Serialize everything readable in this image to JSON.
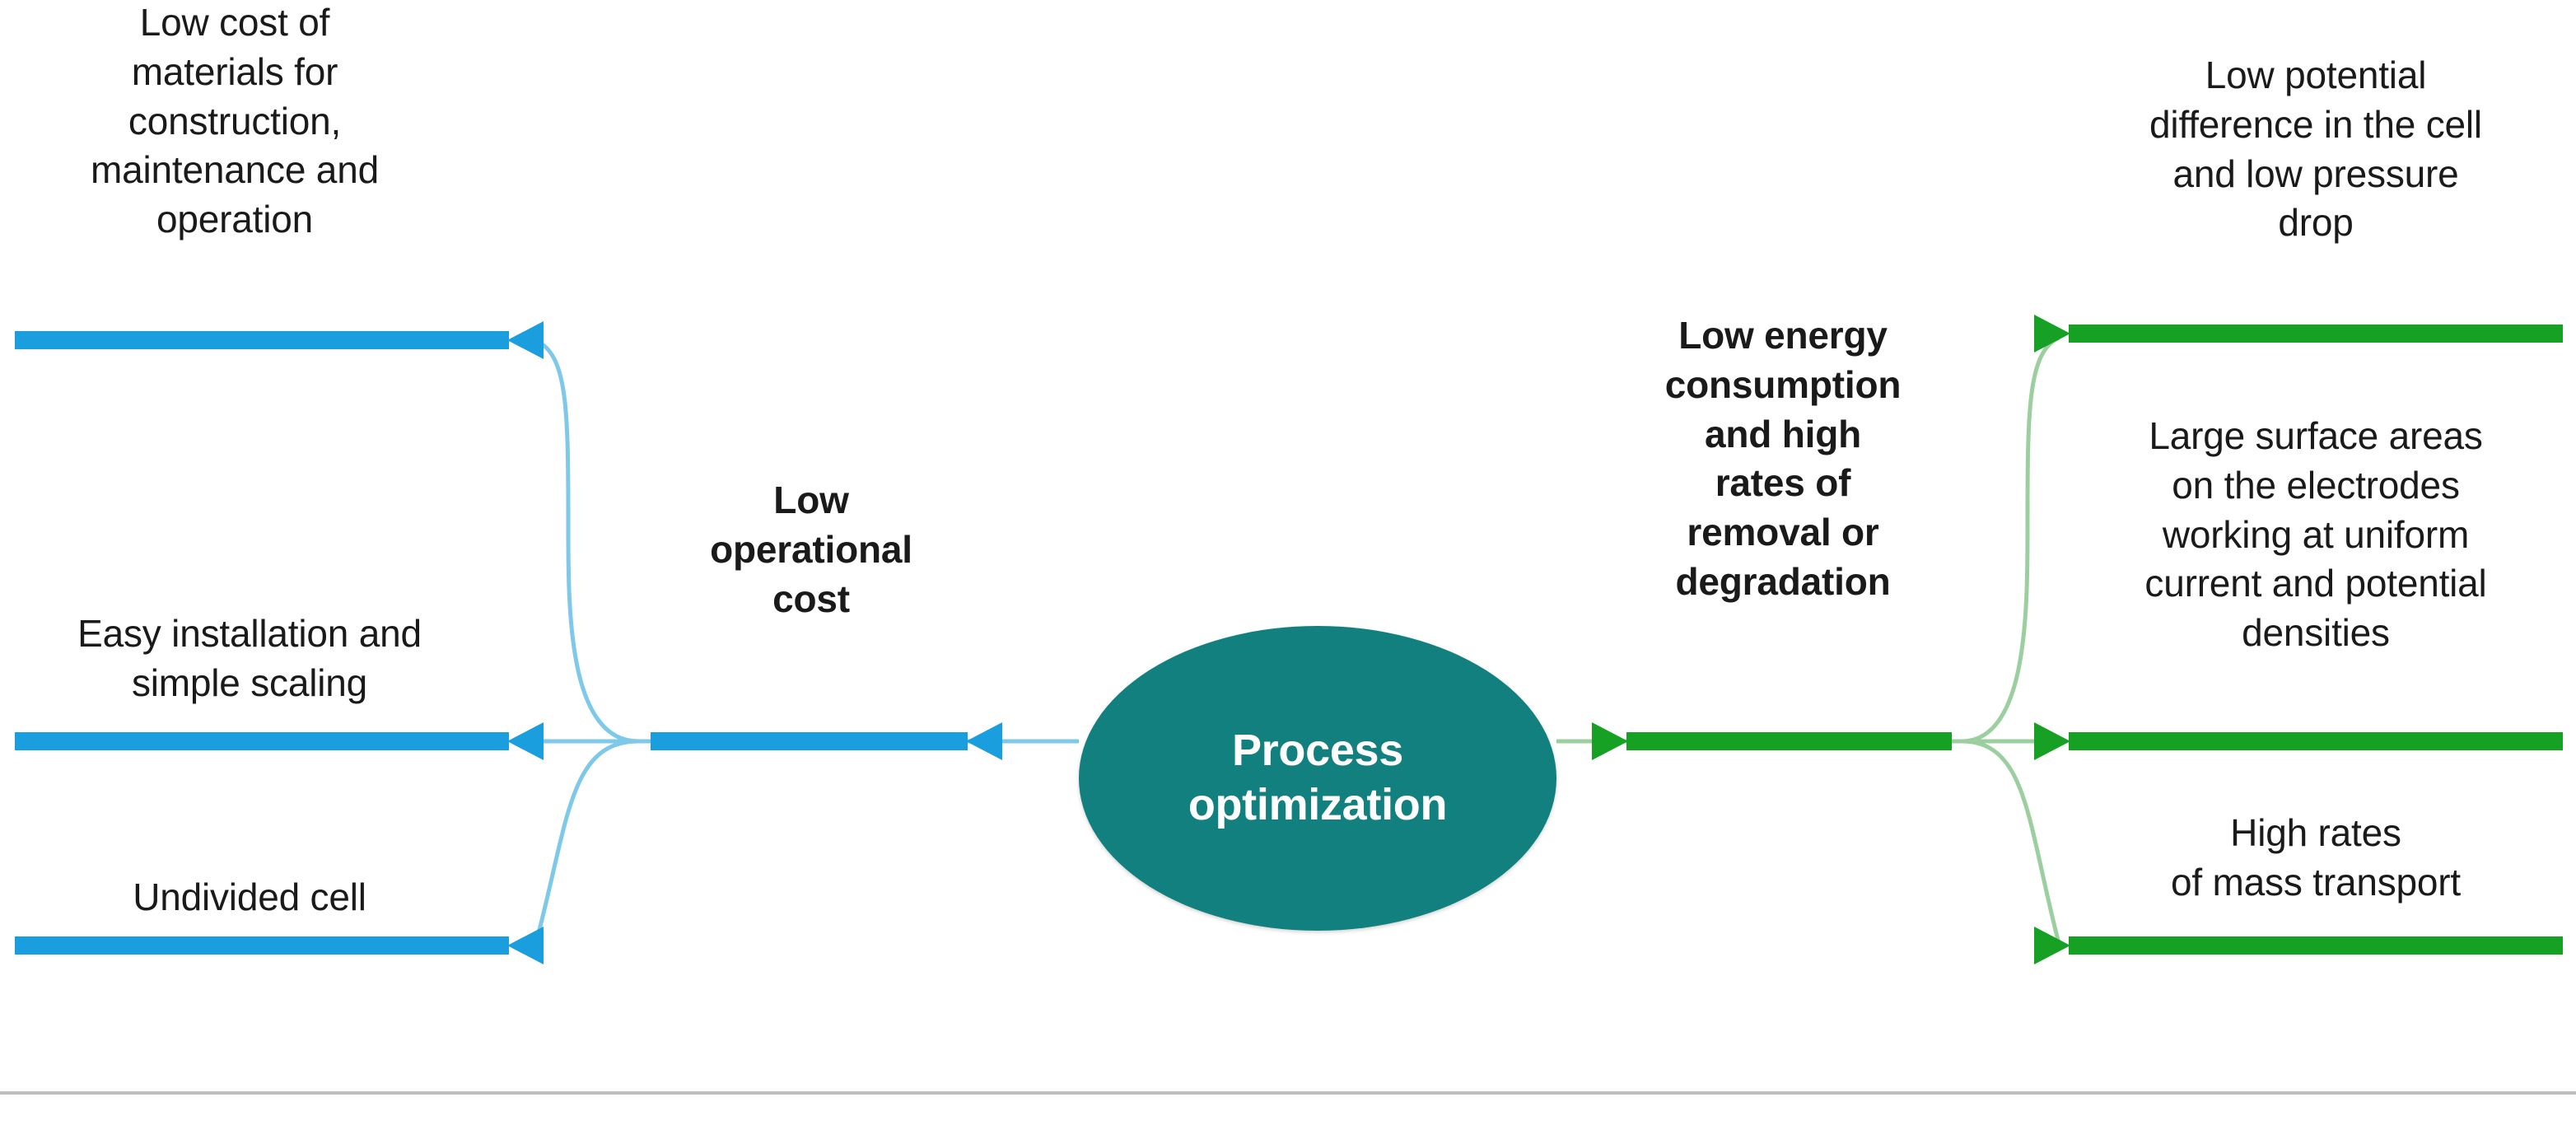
{
  "diagram": {
    "type": "mind-map",
    "center": {
      "label": "Process\noptimization",
      "fill": "#11807e",
      "text_color": "#ffffff"
    },
    "branches": [
      {
        "id": "left-branch",
        "side": "left",
        "label": "Low\noperational\ncost",
        "color": "#1b9ede",
        "connector_color": "#7ec8ea",
        "items": [
          {
            "id": "low-cost-materials",
            "label": "Low cost of\nmaterials for\nconstruction,\nmaintenance and\noperation"
          },
          {
            "id": "easy-installation",
            "label": "Easy installation and\nsimple scaling"
          },
          {
            "id": "undivided-cell",
            "label": "Undivided cell"
          }
        ]
      },
      {
        "id": "right-branch",
        "side": "right",
        "label": "Low energy\nconsumption\nand high\nrates of\nremoval or\ndegradation",
        "color": "#16a124",
        "connector_color": "#9ccfa0",
        "items": [
          {
            "id": "low-potential-difference",
            "label": "Low potential\ndifference in the cell\nand low pressure\ndrop"
          },
          {
            "id": "large-surface-areas",
            "label": "Large surface areas\non the electrodes\nworking at uniform\ncurrent and potential\ndensities"
          },
          {
            "id": "high-mass-transport",
            "label": "High rates\nof mass transport"
          }
        ]
      }
    ],
    "divider_color": "#bdbdbd",
    "background": "#ffffff"
  }
}
